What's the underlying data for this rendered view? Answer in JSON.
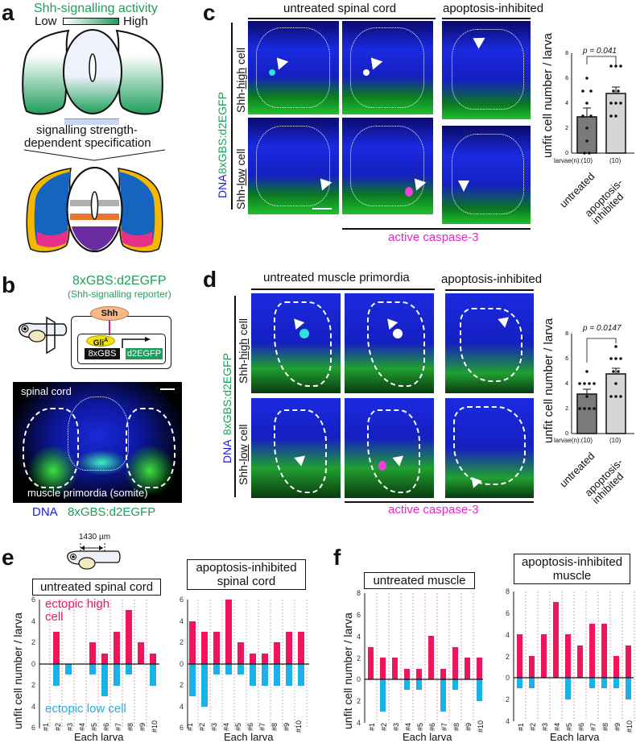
{
  "panels": {
    "a": {
      "label": "a",
      "title": "Shh-signalling activity",
      "scale_low": "Low",
      "scale_high": "High",
      "caption": "signalling strength-\ndependent specification",
      "caption_line1": "signalling strength-",
      "caption_line2": "dependent specification",
      "colors": {
        "green": "#1e9e5a",
        "blue": "#1565c0",
        "yellow": "#f5b800",
        "pink": "#e8308a",
        "gray": "#b0b0b0",
        "orange": "#e8782a",
        "purple": "#6a2aa0"
      }
    },
    "b": {
      "label": "b",
      "reporter_name": "8xGBS:d2EGFP",
      "reporter_desc": "(Shh-signalling reporter)",
      "shh": "Shh",
      "gli": "Gli",
      "gli_sup": "A",
      "promoter": "8xGBS",
      "gene": "d2EGFP",
      "image_label_top": "spinal cord",
      "image_label_bottom": "muscle primordia (somite)",
      "legend_dna": "DNA",
      "legend_gfp": "8xGBS:d2EGFP"
    },
    "c": {
      "label": "c",
      "group1": "untreated spinal cord",
      "group2": "apoptosis-inhibited",
      "row_high_prefix": "Shh-",
      "row_high_u": "high",
      "row_high_suffix": " cell",
      "row_low_prefix": "Shh-",
      "row_low_u": "low",
      "row_low_suffix": " cell",
      "side_dna": "DNA",
      "side_gfp": "8xGBS:d2EGFP",
      "caspase": "active caspase-3"
    },
    "d": {
      "label": "d",
      "group1": "untreated muscle primordia",
      "group2": "apoptosis-inhibited",
      "row_high_prefix": "Shh-",
      "row_high_u": "high",
      "row_high_suffix": " cell",
      "row_low_prefix": "Shh-",
      "row_low_u": "low",
      "row_low_suffix": " cell",
      "side_dna": "DNA",
      "side_gfp": "8xGBS:d2EGFP",
      "caspase": "active caspase-3"
    },
    "e": {
      "label": "e",
      "distance": "1430 µm",
      "legend_high_1": "ectopic high",
      "legend_high_2": "cell",
      "legend_low": "ectopic low cell"
    },
    "f": {
      "label": "f"
    }
  },
  "chart_data": [
    {
      "id": "c-bar",
      "type": "bar",
      "title": "",
      "ylabel": "unfit cell number / larva",
      "categories": [
        "untreated",
        "apoptosis-inhibited"
      ],
      "n_label": "larvae(n):",
      "n": [
        "(10)",
        "(10)"
      ],
      "means": [
        2.9,
        4.8
      ],
      "sem": [
        0.7,
        0.5
      ],
      "points": [
        [
          6,
          5,
          5,
          4,
          3,
          3,
          2,
          1,
          0,
          0
        ],
        [
          7,
          7,
          7,
          5,
          5,
          4,
          4,
          4,
          4,
          4
        ]
      ],
      "pvalue": "p = 0.041",
      "ylim": [
        0,
        8
      ],
      "yticks": [
        0,
        2,
        4,
        6,
        8
      ]
    },
    {
      "id": "d-bar",
      "type": "bar",
      "title": "",
      "ylabel": "unfit cell number / larva",
      "categories": [
        "untreated",
        "apoptosis-inhibited"
      ],
      "n_label": "larvae(n):",
      "n": [
        "(10)",
        "(10)"
      ],
      "means": [
        3.2,
        4.8
      ],
      "sem": [
        0.35,
        0.45
      ],
      "points": [
        [
          5,
          4,
          4,
          4,
          4,
          3,
          2,
          2,
          2,
          2
        ],
        [
          7,
          6,
          6,
          6,
          5,
          5,
          4,
          3,
          3,
          3
        ]
      ],
      "pvalue": "p = 0.0147",
      "ylim": [
        0,
        8
      ],
      "yticks": [
        0,
        2,
        4,
        6,
        8
      ]
    },
    {
      "id": "e-untreated",
      "type": "bar",
      "title": "untreated spinal cord",
      "xlabel": "Each larva",
      "ylabel": "unfit cell number / larva",
      "categories": [
        "#1",
        "#2",
        "#3",
        "#4",
        "#5",
        "#6",
        "#7",
        "#8",
        "#9",
        "#10"
      ],
      "series": [
        {
          "name": "ectopic high cell",
          "color": "#f0145a",
          "values": [
            0,
            3,
            0,
            0,
            2,
            1,
            3,
            5,
            2,
            1
          ]
        },
        {
          "name": "ectopic low cell",
          "color": "#1ab0e8",
          "values": [
            0,
            2,
            1,
            0,
            1,
            3,
            2,
            1,
            0,
            2
          ]
        }
      ],
      "ylim": [
        -6,
        6
      ],
      "yticks": [
        "6",
        "4",
        "2",
        "0",
        "2",
        "4",
        "6"
      ]
    },
    {
      "id": "e-apoptosis",
      "type": "bar",
      "title": "apoptosis-inhibited spinal cord",
      "title_line1": "apoptosis-inhibited",
      "title_line2": "spinal cord",
      "xlabel": "Each larva",
      "categories": [
        "#1",
        "#2",
        "#3",
        "#4",
        "#5",
        "#6",
        "#7",
        "#8",
        "#9",
        "#10"
      ],
      "series": [
        {
          "name": "ectopic high cell",
          "color": "#f0145a",
          "values": [
            4,
            3,
            3,
            6,
            2,
            1,
            1,
            2,
            3,
            3
          ]
        },
        {
          "name": "ectopic low cell",
          "color": "#1ab0e8",
          "values": [
            3,
            4,
            1,
            1,
            1,
            2,
            2,
            2,
            2,
            2
          ]
        }
      ],
      "ylim": [
        -6,
        6
      ],
      "yticks": [
        "6",
        "4",
        "2",
        "0",
        "2",
        "4",
        "6"
      ]
    },
    {
      "id": "f-untreated",
      "type": "bar",
      "title": "untreated muscle",
      "xlabel": "Each larva",
      "ylabel": "unfit cell number / larva",
      "categories": [
        "#1",
        "#2",
        "#3",
        "#4",
        "#5",
        "#6",
        "#7",
        "#8",
        "#9",
        "#10"
      ],
      "series": [
        {
          "name": "ectopic high cell",
          "color": "#f0145a",
          "values": [
            3,
            2,
            2,
            1,
            1,
            4,
            1,
            3,
            2,
            2
          ]
        },
        {
          "name": "ectopic low cell",
          "color": "#1ab0e8",
          "values": [
            0,
            3,
            0,
            1,
            1,
            0,
            3,
            1,
            0,
            2
          ]
        }
      ],
      "ylim": [
        -4,
        8
      ],
      "yticks": [
        "8",
        "6",
        "4",
        "2",
        "0",
        "2",
        "4"
      ]
    },
    {
      "id": "f-apoptosis",
      "type": "bar",
      "title": "apoptosis-inhibited muscle",
      "title_line1": "apoptosis-inhibited",
      "title_line2": "muscle",
      "xlabel": "Each larva",
      "categories": [
        "#1",
        "#2",
        "#3",
        "#4",
        "#5",
        "#6",
        "#7",
        "#8",
        "#9",
        "#10"
      ],
      "series": [
        {
          "name": "ectopic high cell",
          "color": "#f0145a",
          "values": [
            4,
            2,
            4,
            7,
            4,
            3,
            5,
            5,
            2,
            3
          ]
        },
        {
          "name": "ectopic low cell",
          "color": "#1ab0e8",
          "values": [
            1,
            1,
            0,
            0,
            2,
            0,
            1,
            1,
            1,
            2
          ]
        }
      ],
      "ylim": [
        -4,
        8
      ],
      "yticks": [
        "8",
        "6",
        "4",
        "2",
        "0",
        "2",
        "4"
      ]
    }
  ]
}
